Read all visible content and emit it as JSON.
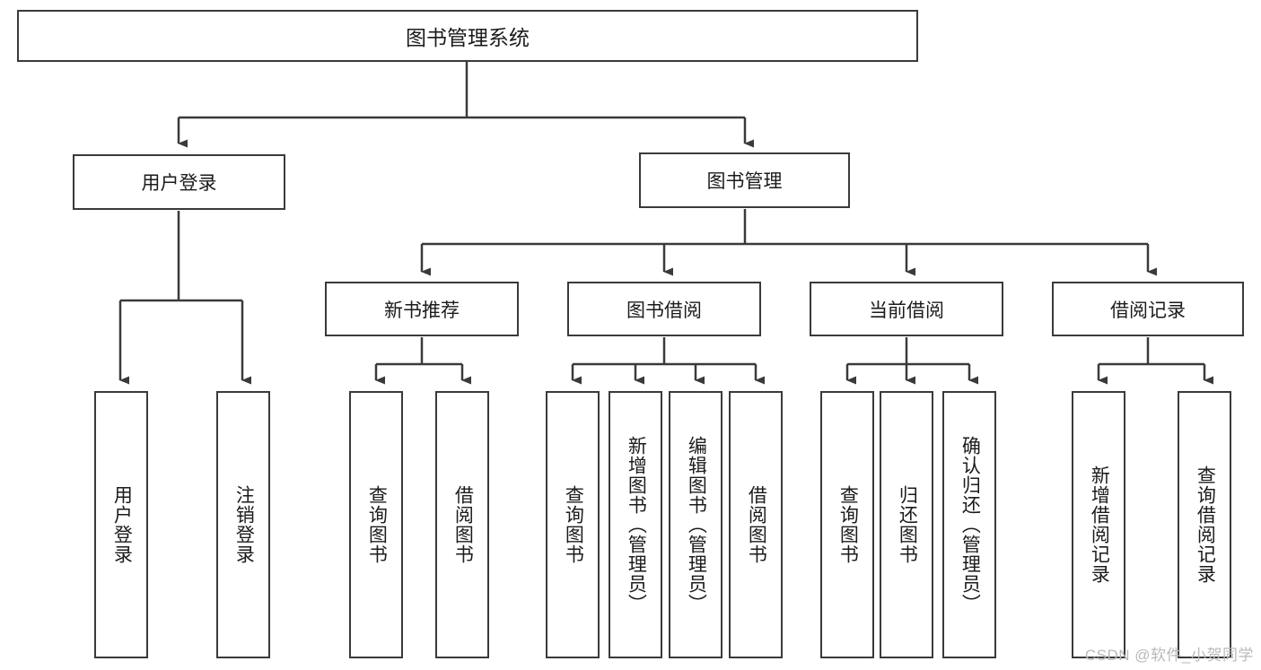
{
  "diagram": {
    "title": "图书管理系统",
    "type": "hierarchy-tree",
    "root": {
      "label": "图书管理系统"
    },
    "level2": [
      {
        "label": "用户登录"
      },
      {
        "label": "图书管理"
      }
    ],
    "level3": [
      {
        "label": "新书推荐"
      },
      {
        "label": "图书借阅"
      },
      {
        "label": "当前借阅"
      },
      {
        "label": "借阅记录"
      }
    ],
    "leaves": {
      "user_login": [
        {
          "label": "用户登录"
        },
        {
          "label": "注销登录"
        }
      ],
      "new_book": [
        {
          "label": "查询图书"
        },
        {
          "label": "借阅图书"
        }
      ],
      "book_borrow": [
        {
          "label": "查询图书"
        },
        {
          "label": "新增图书（管理员）"
        },
        {
          "label": "编辑图书（管理员）"
        },
        {
          "label": "借阅图书"
        }
      ],
      "current_borrow": [
        {
          "label": "查询图书"
        },
        {
          "label": "归还图书"
        },
        {
          "label": "确认归还（管理员）"
        }
      ],
      "borrow_record": [
        {
          "label": "新增借阅记录"
        },
        {
          "label": "查询借阅记录"
        }
      ]
    },
    "colors": {
      "stroke": "#3a3a3a",
      "text": "#1b1b1b",
      "background": "#ffffff",
      "watermark": "#b9b9b9"
    }
  },
  "watermark": {
    "text": "CSDN @软件_小贺同学"
  }
}
